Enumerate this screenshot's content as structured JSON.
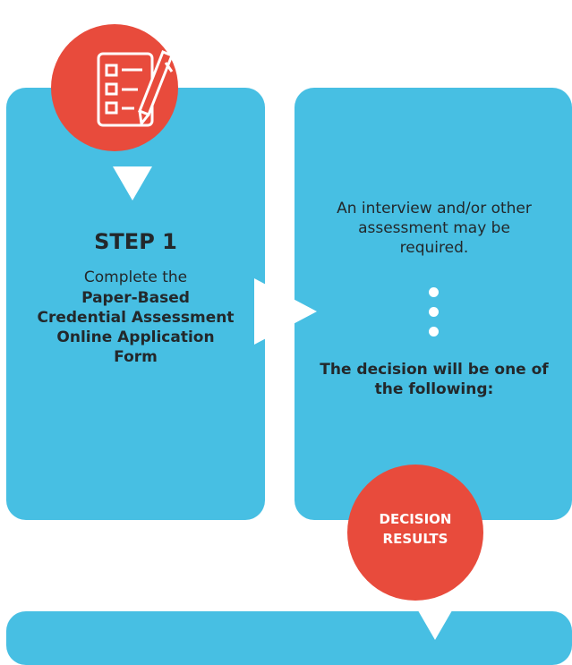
{
  "step": {
    "title": "STEP 1",
    "intro": "Complete the",
    "form_name": "Paper-Based Credential Assessment Online Application Form"
  },
  "assessment": {
    "note": "An interview and/or other assessment may be required.",
    "decision_text": "The decision will be one of the following:"
  },
  "decision_badge": {
    "label_line1": "DECISION",
    "label_line2": "RESULTS"
  },
  "icons": {
    "top": "checklist-pen-icon"
  },
  "colors": {
    "panel": "#47bfe3",
    "circle": "#e84b3c",
    "text": "#23282b"
  }
}
